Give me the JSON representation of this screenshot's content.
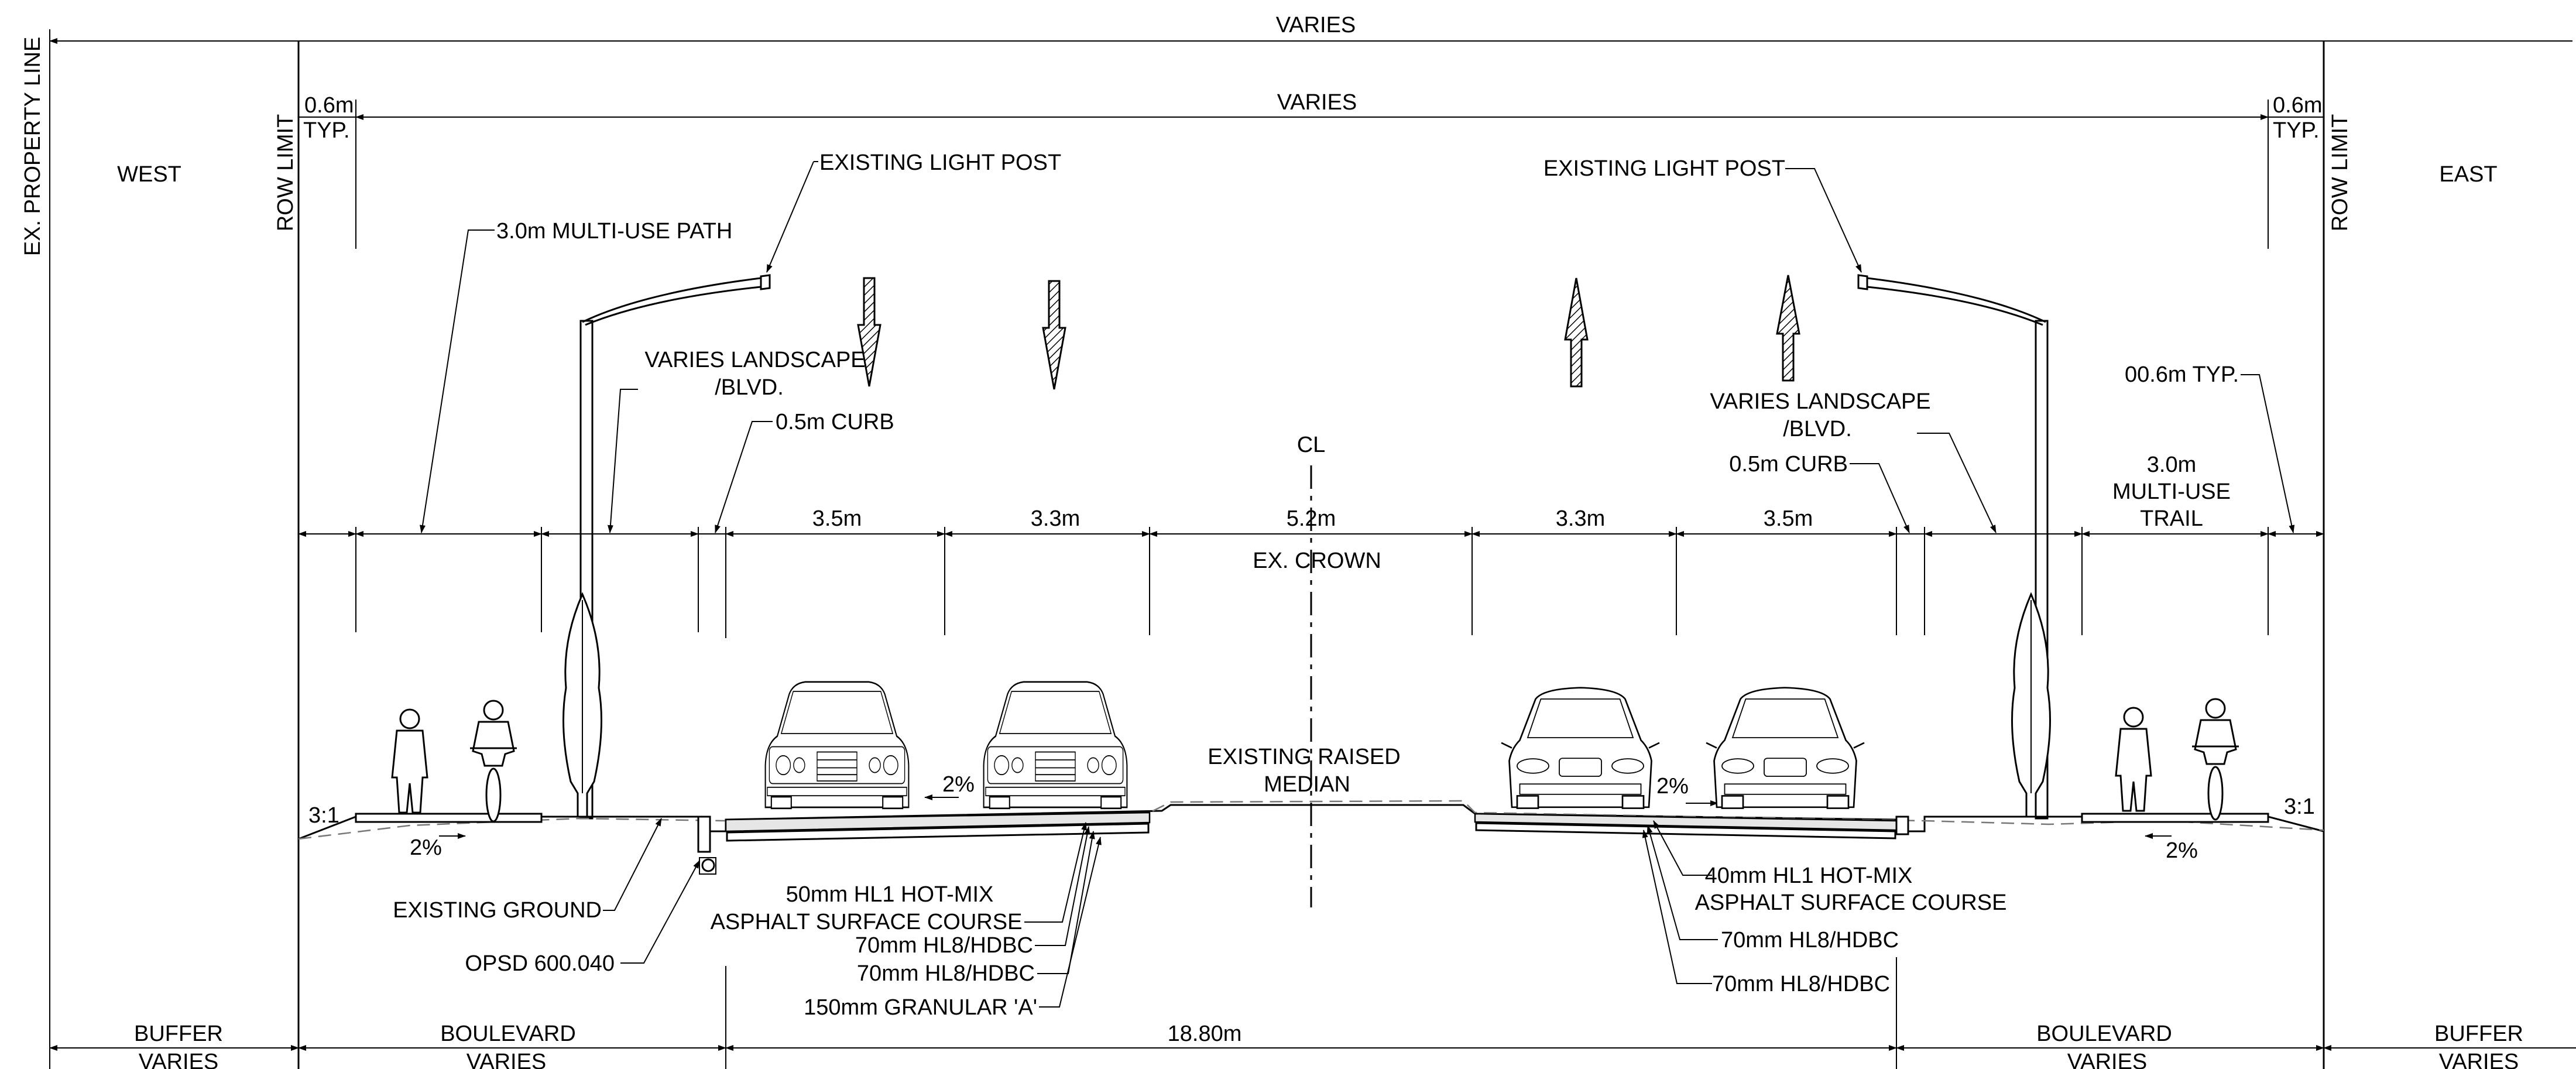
{
  "overall": {
    "top_width": "VARIES",
    "inner_width": "VARIES"
  },
  "sides": {
    "west": "WEST",
    "east": "EAST",
    "property_line": "EX. PROPERTY LINE",
    "row_limit": "ROW  LIMIT"
  },
  "typ_offset": {
    "value": "0.6m",
    "typ": "TYP."
  },
  "callouts": {
    "light_post_west": "EXISTING LIGHT POST",
    "light_post_east": "EXISTING LIGHT POST",
    "multi_use_path": "3.0m MULTI-USE PATH",
    "landscape_west_1": "VARIES LANDSCAPE",
    "landscape_west_2": "/BLVD.",
    "landscape_east_1": "VARIES LANDSCAPE",
    "landscape_east_2": "/BLVD.",
    "curb_west": "0.5m CURB",
    "curb_east": "0.5m CURB",
    "centerline": "CL",
    "trail_offset": "00.6m TYP.",
    "trail_1": "3.0m",
    "trail_2": "MULTI-USE",
    "trail_3": "TRAIL",
    "ex_crown": "EX. CROWN",
    "median_1": "EXISTING RAISED",
    "median_2": "MEDIAN"
  },
  "dimensions": {
    "lane_w1": "3.5m",
    "lane_w2": "3.3m",
    "median": "5.2m",
    "lane_e1": "3.3m",
    "lane_e2": "3.5m"
  },
  "slopes": {
    "side_slope_w": "3:1",
    "side_slope_e": "3:1",
    "path_w": "2%",
    "road_w": "2%",
    "road_e": "2%",
    "path_e": "2%"
  },
  "pavement_west": {
    "existing_ground": "EXISTING GROUND",
    "opsd": "OPSD 600.040",
    "surface_1": "50mm HL1 HOT-MIX",
    "surface_2": "ASPHALT SURFACE COURSE",
    "base_1": "70mm HL8/HDBC",
    "base_2": "70mm HL8/HDBC",
    "granular": "150mm GRANULAR 'A'"
  },
  "pavement_east": {
    "surface_1": "40mm HL1 HOT-MIX",
    "surface_2": "ASPHALT SURFACE COURSE",
    "base_1": "70mm HL8/HDBC",
    "base_2": "70mm HL8/HDBC"
  },
  "bottom": {
    "buffer_w": "BUFFER",
    "buffer_w_v": "VARIES",
    "blvd_w": "BOULEVARD",
    "blvd_w_v": "VARIES",
    "road_total": "18.80m",
    "blvd_e": "BOULEVARD",
    "blvd_e_v": "VARIES",
    "buffer_e": "BUFFER",
    "buffer_e_v": "VARIES"
  }
}
